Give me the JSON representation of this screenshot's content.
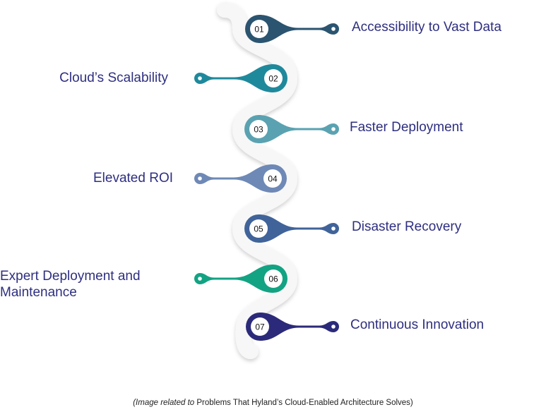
{
  "steps": [
    {
      "number": "01",
      "label": "Accessibility to Vast Data",
      "side": "right",
      "color": "#2b5470"
    },
    {
      "number": "02",
      "label": "Cloud’s Scalability",
      "side": "left",
      "color": "#1f899c"
    },
    {
      "number": "03",
      "label": "Faster Deployment",
      "side": "right",
      "color": "#5aa2b1"
    },
    {
      "number": "04",
      "label": "Elevated ROI",
      "side": "left",
      "color": "#6e89b6"
    },
    {
      "number": "05",
      "label": "Disaster Recovery",
      "side": "right",
      "color": "#40639a"
    },
    {
      "number": "06",
      "label": "Expert Deployment and\nMaintenance",
      "side": "left",
      "color": "#12a383"
    },
    {
      "number": "07",
      "label": "Continuous Innovation",
      "side": "right",
      "color": "#2b2a7a"
    }
  ],
  "caption": {
    "prefix": "(Image related to",
    "text": "Problems That Hyland’s Cloud-Enabled Architecture Solves)"
  }
}
